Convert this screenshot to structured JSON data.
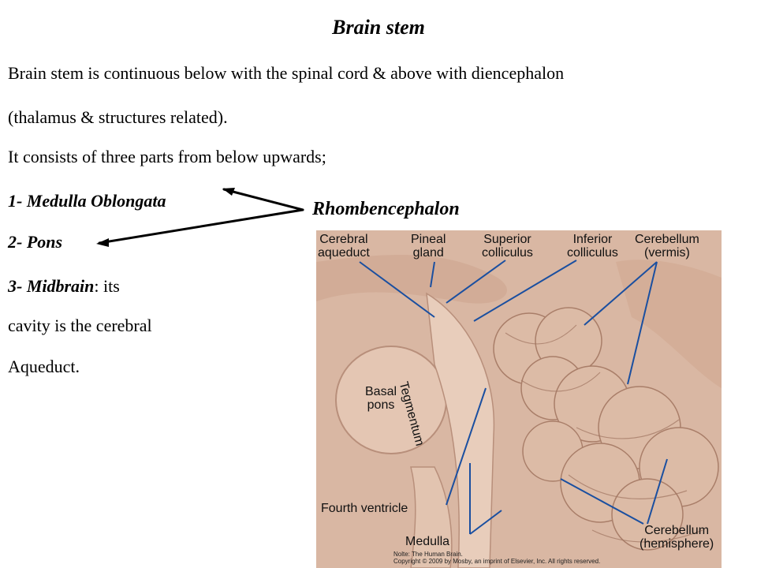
{
  "title": "Brain stem",
  "paragraph": {
    "line1": "Brain stem is continuous below with the spinal cord & above with diencephalon",
    "line2": "(thalamus & structures related).",
    "line3": "It consists of three parts from below upwards;"
  },
  "parts": {
    "item1": "1- Medulla Oblongata",
    "item2": "2- Pons",
    "item3_name": "3- Midbrain",
    "item3_rest": ": its",
    "item3_line2": "cavity is the cerebral",
    "item3_line3": "Aqueduct."
  },
  "rhombencephalon": "Rhombencephalon",
  "figure": {
    "labels": {
      "cerebral_aqueduct_1": "Cerebral",
      "cerebral_aqueduct_2": "aqueduct",
      "pineal_gland_1": "Pineal",
      "pineal_gland_2": "gland",
      "superior_colliculus_1": "Superior",
      "superior_colliculus_2": "colliculus",
      "inferior_colliculus_1": "Inferior",
      "inferior_colliculus_2": "colliculus",
      "cerebellum_vermis_1": "Cerebellum",
      "cerebellum_vermis_2": "(vermis)",
      "tegmentum": "Tegmentum",
      "basal_pons_1": "Basal",
      "basal_pons_2": "pons",
      "fourth_ventricle": "Fourth ventricle",
      "medulla": "Medulla",
      "cerebellum_hemisphere_1": "Cerebellum",
      "cerebellum_hemisphere_2": "(hemisphere)"
    },
    "note_line1": "Nolte: The Human Brain.",
    "note_line2": "Copyright © 2009 by Mosby, an imprint of Elsevier, Inc. All rights reserved."
  },
  "colors": {
    "leader_line": "#1a4fa0",
    "tissue": "#d9b7a3",
    "arrow": "#000000"
  }
}
